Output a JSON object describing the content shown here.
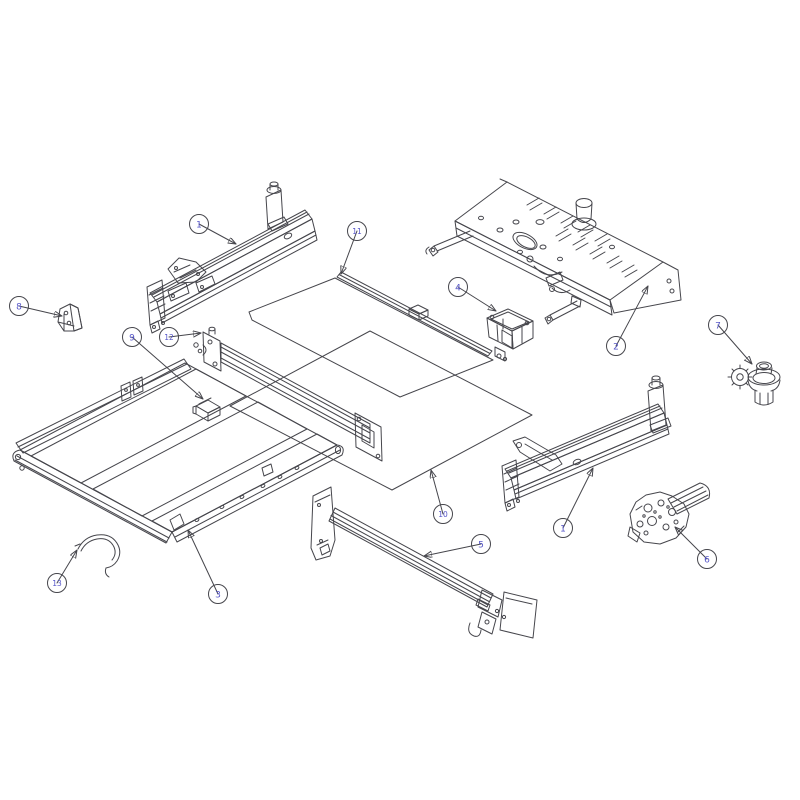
{
  "diagram": {
    "type": "exploded-parts-diagram",
    "background_color": "#ffffff",
    "line_color": "#46464c",
    "callout_color": "#6b6bd4",
    "tread_color": "#232326",
    "callouts": [
      {
        "number": "1",
        "target": "slide-rail-left"
      },
      {
        "number": "11",
        "target": "cover-panel-upper"
      },
      {
        "number": "8",
        "target": "corner-bracket"
      },
      {
        "number": "9",
        "target": "spacer-block"
      },
      {
        "number": "12",
        "target": "cross-member"
      },
      {
        "number": "4",
        "target": "switch-housing"
      },
      {
        "number": "2",
        "target": "mounting-plate"
      },
      {
        "number": "7",
        "target": "grommet-gear-set"
      },
      {
        "number": "10",
        "target": "cover-panel-lower"
      },
      {
        "number": "5",
        "target": "threshold-rail"
      },
      {
        "number": "1",
        "target": "slide-rail-right"
      },
      {
        "number": "6",
        "target": "drive-motor"
      },
      {
        "number": "3",
        "target": "step-tread"
      },
      {
        "number": "13",
        "target": "retainer-clip"
      }
    ]
  }
}
